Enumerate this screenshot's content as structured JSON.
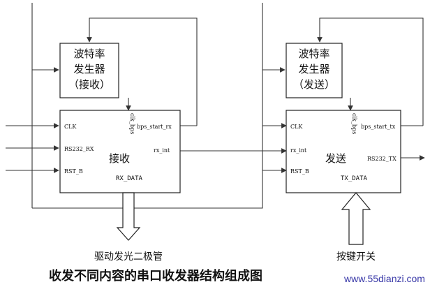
{
  "baud_rx": {
    "line1": "波特率",
    "line2": "发生器",
    "line3": "（接收）"
  },
  "baud_tx": {
    "line1": "波特率",
    "line2": "发生器",
    "line3": "（发送）"
  },
  "rx_block": {
    "clk": "CLK",
    "rs232_rx": "RS232_RX",
    "rst_b": "RST_B",
    "clk_bps": "clk_bps",
    "bps_start": "bps_start_rx",
    "rx_int": "rx_int",
    "title": "接收",
    "module": "RX_DATA"
  },
  "tx_block": {
    "clk": "CLK",
    "rx_int": "rx_int",
    "rst_b": "RST_B",
    "clk_bps": "clk_bps",
    "bps_start": "bps_start_tx",
    "rs232_tx": "RS232_TX",
    "title": "发送",
    "module": "TX_DATA"
  },
  "labels": {
    "led_drive": "驱动发光二极管",
    "key_switch": "按键开关",
    "caption": "收发不同内容的串口收发器结构组成图",
    "watermark": "www.55dianzi.com"
  }
}
